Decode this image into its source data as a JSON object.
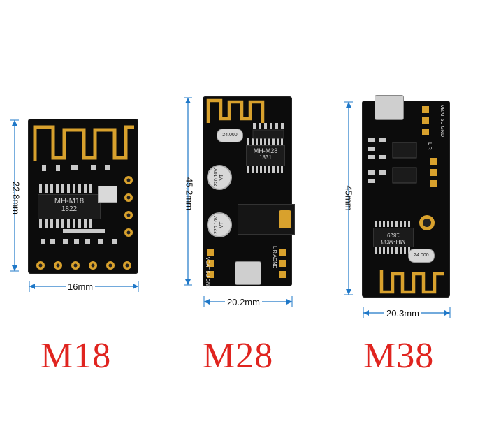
{
  "colors": {
    "pcb": "#0c0c0c",
    "gold": "#d8a12d",
    "silver": "#c9c9c9",
    "red_label": "#e0241f",
    "dim_line": "#1f78c8"
  },
  "modules": [
    {
      "model": "M18",
      "width_label": "16mm",
      "height_label": "22.8mm",
      "chip_label": "MH-M18",
      "chip_code": "1822"
    },
    {
      "model": "M28",
      "width_label": "20.2mm",
      "height_label": "45.2mm",
      "chip_label": "MH-M28",
      "chip_code": "1831",
      "crystal": "24.000",
      "cap1": "220 10V VT",
      "cap2": "220 10V VT",
      "pins_left": "VBAT 5U GND",
      "pins_right": "L R AGND"
    },
    {
      "model": "M38",
      "width_label": "20.3mm",
      "height_label": "45mm",
      "chip_label": "MH-M38",
      "chip_code": "1829",
      "crystal": "24.000",
      "pins_top": "VBAT 5U GND",
      "pins_mid": "L R"
    }
  ]
}
